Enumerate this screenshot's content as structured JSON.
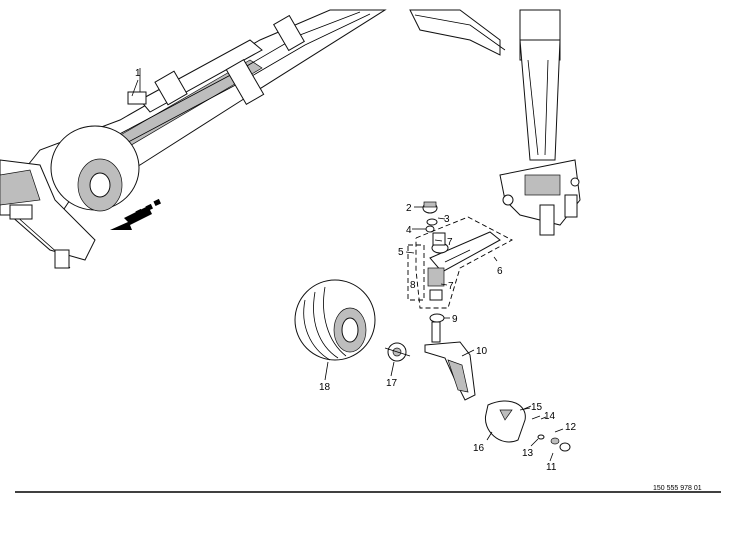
{
  "callouts": {
    "c1": "1",
    "c2": "2",
    "c3": "3",
    "c4": "4",
    "c5": "5",
    "c6": "6",
    "c7a": "7",
    "c7b": "7",
    "c8": "8",
    "c9": "9",
    "c10": "10",
    "c11": "11",
    "c12": "12",
    "c13": "13",
    "c14": "14",
    "c15": "15",
    "c16": "16",
    "c17": "17",
    "c18": "18"
  },
  "footer": {
    "reference": "150 555 978 01"
  }
}
